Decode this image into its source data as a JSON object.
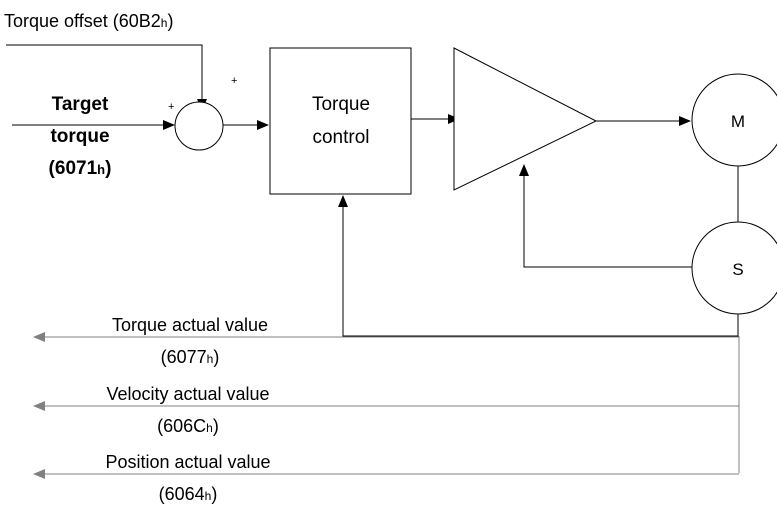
{
  "inputs": {
    "torque_offset": {
      "text": "Torque offset (60B2",
      "sub": "h",
      "close": ")"
    },
    "target_torque": {
      "line1": "Target",
      "line2": "torque",
      "line3": "(6071",
      "line3_sub": "h",
      "line3_close": ")"
    }
  },
  "summing_junction": {
    "sign_top": "+",
    "sign_left": "+"
  },
  "torque_control": {
    "line1": "Torque",
    "line2": "control"
  },
  "motor": {
    "label": "M"
  },
  "sensor": {
    "label": "S"
  },
  "outputs": {
    "torque_actual": {
      "name": "Torque actual value",
      "code": "(6077",
      "sub": "h",
      "close": ")"
    },
    "velocity_actual": {
      "name": "Velocity actual value",
      "code": "(606C",
      "sub": "h",
      "close": ")"
    },
    "position_actual": {
      "name": "Position actual value",
      "code": "(6064",
      "sub": "h",
      "close": ")"
    }
  },
  "colors": {
    "line": "#000000",
    "feedback_line": "#808080",
    "background": "#ffffff"
  }
}
